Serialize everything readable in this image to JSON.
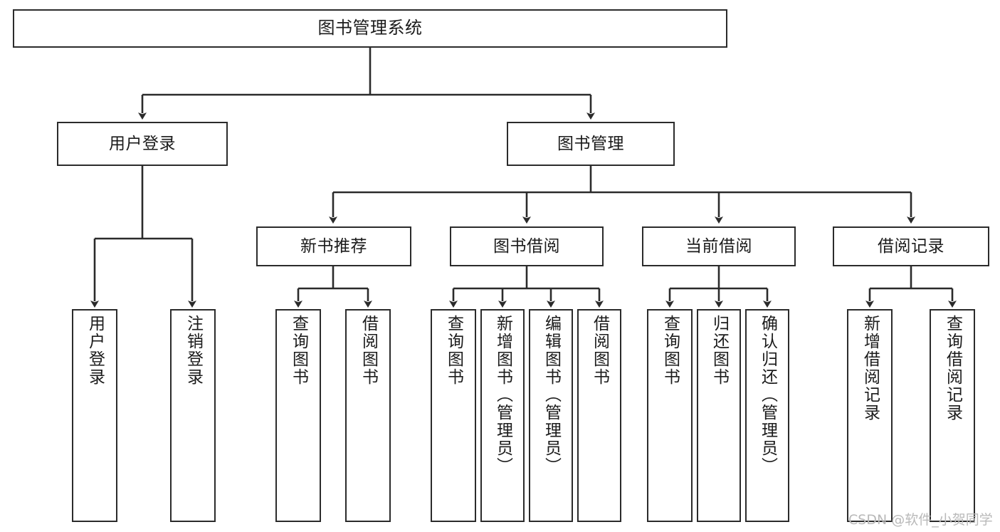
{
  "diagram": {
    "type": "tree",
    "title": "图书管理系统",
    "orientation": "top-down",
    "colors": {
      "box_border": "#2b2b2b",
      "box_fill": "#ffffff",
      "text": "#1b1b1b",
      "connector": "#2b2b2b",
      "watermark": "#b9b9b9",
      "background": "#ffffff"
    },
    "root": {
      "label": "图书管理系统"
    },
    "level2": [
      {
        "label": "用户登录"
      },
      {
        "label": "图书管理"
      }
    ],
    "level3": [
      {
        "label": "新书推荐"
      },
      {
        "label": "图书借阅"
      },
      {
        "label": "当前借阅"
      },
      {
        "label": "借阅记录"
      }
    ],
    "leaves": {
      "user_login": [
        {
          "label": "用户登录"
        },
        {
          "label": "注销登录"
        }
      ],
      "new_book_recommend": [
        {
          "label": "查询图书"
        },
        {
          "label": "借阅图书"
        }
      ],
      "book_borrow": [
        {
          "label": "查询图书"
        },
        {
          "label": "新增图书（管理员）"
        },
        {
          "label": "编辑图书（管理员）"
        },
        {
          "label": "借阅图书"
        }
      ],
      "current_borrow": [
        {
          "label": "查询图书"
        },
        {
          "label": "归还图书"
        },
        {
          "label": "确认归还（管理员）"
        }
      ],
      "borrow_record": [
        {
          "label": "新增借阅记录"
        },
        {
          "label": "查询借阅记录"
        }
      ]
    }
  },
  "watermark": {
    "text": "CSDN @软件_小贺同学"
  }
}
